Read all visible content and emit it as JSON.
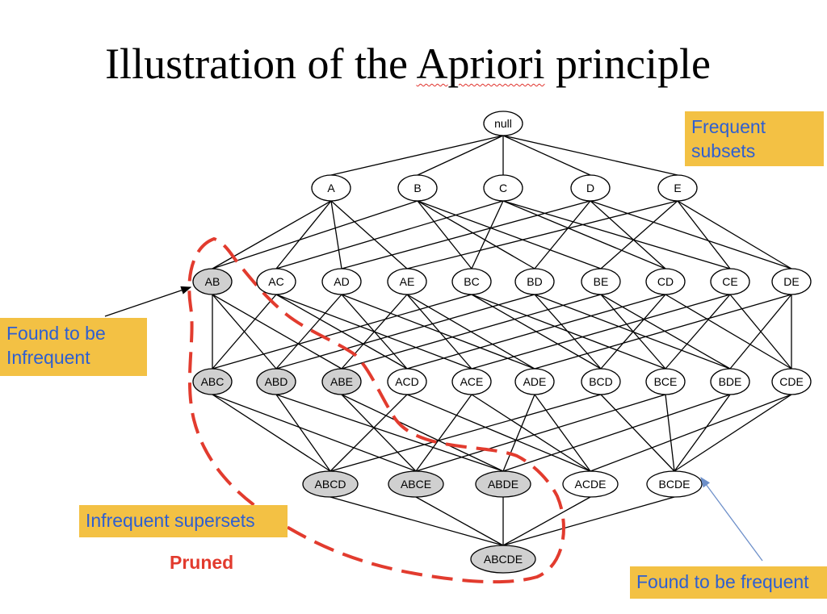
{
  "title": {
    "part1": "Illustration of the ",
    "part2": "Apriori",
    "part3": " principle"
  },
  "callouts": {
    "frequent_subsets": "Frequent\nsubsets",
    "found_infrequent": "Found to be\nInfrequent",
    "infrequent_supersets": "Infrequent supersets",
    "found_frequent": "Found to be frequent",
    "pruned": "Pruned"
  },
  "colors": {
    "callout_bg": "#f3c144",
    "callout_text": "#2f5fd0",
    "pruned_red": "#e23b2e",
    "infrequent_fill": "#d0d0d0",
    "frequent_fill": "#ffffff"
  },
  "lattice": {
    "levels": [
      [
        {
          "label": "null",
          "infrequent": false
        }
      ],
      [
        {
          "label": "A",
          "infrequent": false
        },
        {
          "label": "B",
          "infrequent": false
        },
        {
          "label": "C",
          "infrequent": false
        },
        {
          "label": "D",
          "infrequent": false
        },
        {
          "label": "E",
          "infrequent": false
        }
      ],
      [
        {
          "label": "AB",
          "infrequent": true
        },
        {
          "label": "AC",
          "infrequent": false
        },
        {
          "label": "AD",
          "infrequent": false
        },
        {
          "label": "AE",
          "infrequent": false
        },
        {
          "label": "BC",
          "infrequent": false
        },
        {
          "label": "BD",
          "infrequent": false
        },
        {
          "label": "BE",
          "infrequent": false
        },
        {
          "label": "CD",
          "infrequent": false
        },
        {
          "label": "CE",
          "infrequent": false
        },
        {
          "label": "DE",
          "infrequent": false
        }
      ],
      [
        {
          "label": "ABC",
          "infrequent": true
        },
        {
          "label": "ABD",
          "infrequent": true
        },
        {
          "label": "ABE",
          "infrequent": true
        },
        {
          "label": "ACD",
          "infrequent": false
        },
        {
          "label": "ACE",
          "infrequent": false
        },
        {
          "label": "ADE",
          "infrequent": false
        },
        {
          "label": "BCD",
          "infrequent": false
        },
        {
          "label": "BCE",
          "infrequent": false
        },
        {
          "label": "BDE",
          "infrequent": false
        },
        {
          "label": "CDE",
          "infrequent": false
        }
      ],
      [
        {
          "label": "ABCD",
          "infrequent": true
        },
        {
          "label": "ABCE",
          "infrequent": true
        },
        {
          "label": "ABDE",
          "infrequent": true
        },
        {
          "label": "ACDE",
          "infrequent": false
        },
        {
          "label": "BCDE",
          "infrequent": false
        }
      ],
      [
        {
          "label": "ABCDE",
          "infrequent": true
        }
      ]
    ]
  }
}
